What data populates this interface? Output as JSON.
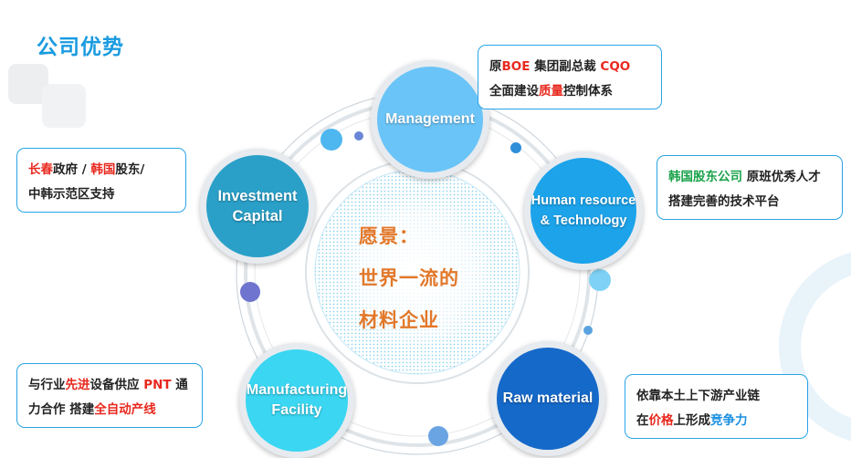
{
  "header": {
    "title": "公司优势"
  },
  "center": {
    "lines": [
      "愿景：",
      "世界一流的",
      "材料企业"
    ]
  },
  "nodes": [
    {
      "id": "management",
      "lines": [
        "Management"
      ],
      "color": "#6bc4f7"
    },
    {
      "id": "human",
      "lines": [
        "Human resource",
        "& Technology"
      ],
      "color": "#1ca3ea"
    },
    {
      "id": "raw",
      "lines": [
        "Raw material"
      ],
      "color": "#1569c9"
    },
    {
      "id": "manufacturing",
      "lines": [
        "Manufacturing",
        "Facility"
      ],
      "color": "#3ad6f2"
    },
    {
      "id": "investment",
      "lines": [
        "Investment",
        "Capital"
      ],
      "color": "#2aa0c8"
    }
  ],
  "callouts": {
    "management": {
      "line1": {
        "a": "原",
        "b": "BOE",
        "c": " 集团副总裁 ",
        "d": "CQO"
      },
      "line2": {
        "a": "全面建设",
        "b": "质量",
        "c": "控制体系"
      }
    },
    "human": {
      "line1": {
        "a": "韩国股东公司",
        "b": " 原班优秀人才"
      },
      "line2": {
        "a": "搭建完善的技术平台"
      }
    },
    "raw": {
      "line1": {
        "a": "依靠本土上下游产业链"
      },
      "line2": {
        "a": "在",
        "b": "价格",
        "c": "上形成",
        "d": "竞争力"
      }
    },
    "manufacturing": {
      "line1": {
        "a": "与行业",
        "b": "先进",
        "c": "设备供应 ",
        "d": "PNT",
        "e": " 通"
      },
      "line2": {
        "a": "力合作 搭建",
        "b": "全自动产线"
      }
    },
    "investment": {
      "line1": {
        "a": "长春",
        "b": "政府 / ",
        "c": "韩国",
        "d": "股东/"
      },
      "line2": {
        "a": "中韩示范区支持"
      }
    }
  }
}
